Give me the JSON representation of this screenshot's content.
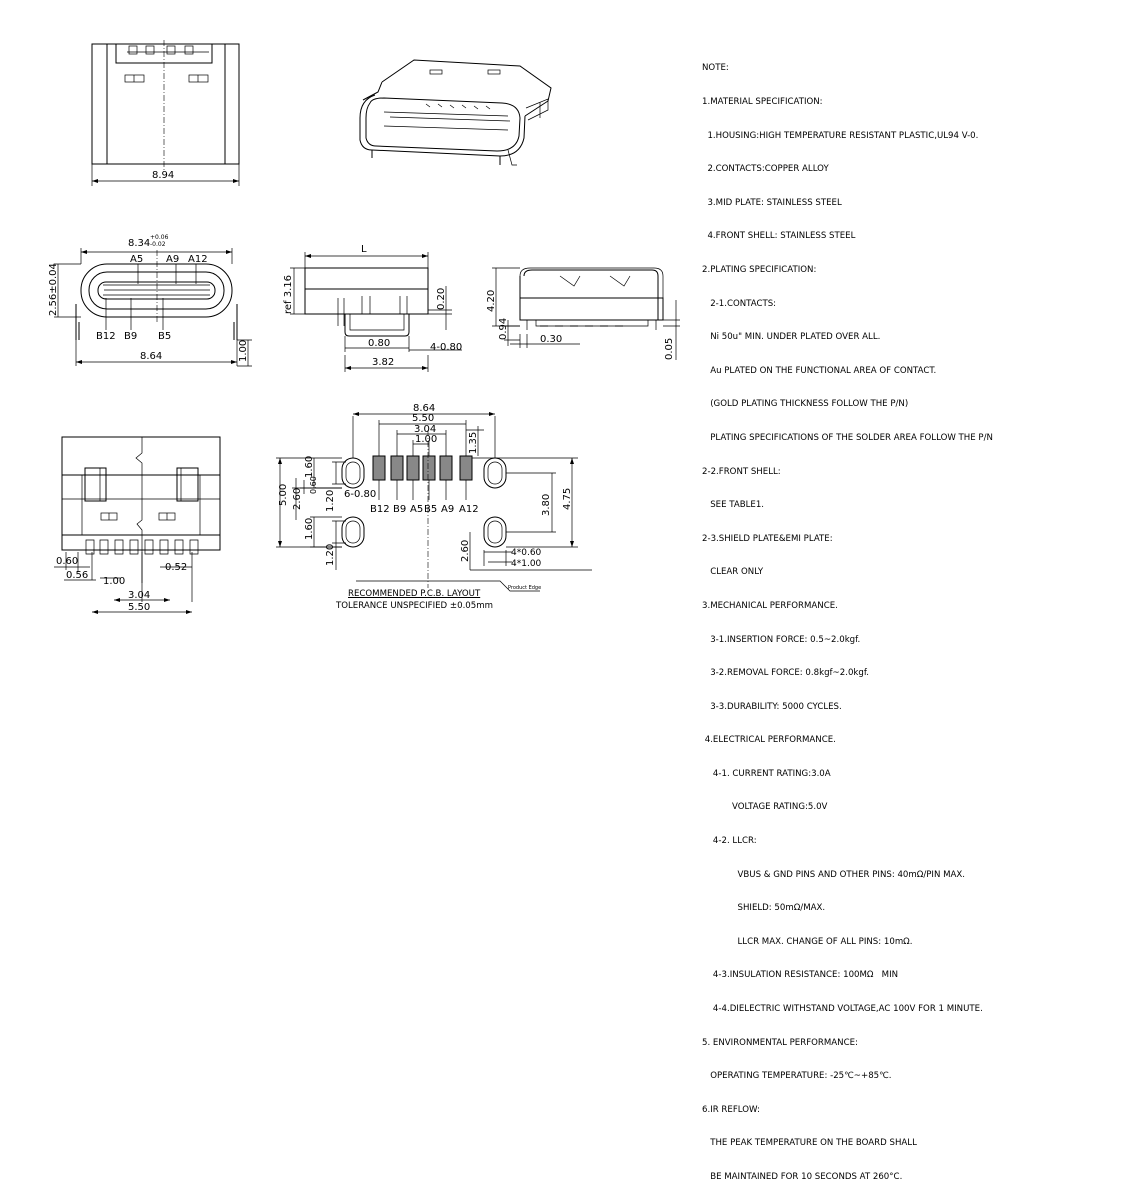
{
  "notes": {
    "lines": [
      "NOTE:",
      "1.MATERIAL SPECIFICATION:",
      "  1.HOUSING:HIGH TEMPERATURE RESISTANT PLASTIC,UL94 V-0.",
      "  2.CONTACTS:COPPER ALLOY",
      "  3.MID PLATE: STAINLESS STEEL",
      "  4.FRONT SHELL: STAINLESS STEEL",
      "2.PLATING SPECIFICATION:",
      "   2-1.CONTACTS:",
      "   Ni 50u\" MIN. UNDER PLATED OVER ALL.",
      "   Au PLATED ON THE FUNCTIONAL AREA OF CONTACT.",
      "   (GOLD PLATING THICKNESS FOLLOW THE P/N)",
      "   PLATING SPECIFICATIONS OF THE SOLDER AREA FOLLOW THE P/N",
      "2-2.FRONT SHELL:",
      "   SEE TABLE1.",
      "2-3.SHIELD PLATE&EMI PLATE:",
      "   CLEAR ONLY",
      "3.MECHANICAL PERFORMANCE.",
      "   3-1.INSERTION FORCE: 0.5~2.0kgf.",
      "   3-2.REMOVAL FORCE: 0.8kgf~2.0kgf.",
      "   3-3.DURABILITY: 5000 CYCLES.",
      " 4.ELECTRICAL PERFORMANCE.",
      "    4-1. CURRENT RATING:3.0A",
      "           VOLTAGE RATING:5.0V",
      "    4-2. LLCR:",
      "             VBUS & GND PINS AND OTHER PINS: 40mΩ/PIN MAX.",
      "             SHIELD: 50mΩ/MAX.",
      "             LLCR MAX. CHANGE OF ALL PINS: 10mΩ.",
      "    4-3.INSULATION RESISTANCE: 100MΩ   MIN",
      "    4-4.DIELECTRIC WITHSTAND VOLTAGE,AC 100V FOR 1 MINUTE.",
      "5. ENVIRONMENTAL PERFORMANCE:",
      "   OPERATING TEMPERATURE: -25℃~+85℃.",
      "6.IR REFLOW:",
      "   THE PEAK TEMPERATURE ON THE BOARD SHALL",
      "   BE MAINTAINED FOR 10 SECONDS AT 260°C."
    ]
  },
  "top_view": {
    "width_dim": "8.94"
  },
  "front_view": {
    "width_dim": "8.34",
    "tol_plus": "+0.06",
    "tol_minus": "-0.02",
    "height_dim": "2.56±0.04",
    "pin_labels_top": [
      "A5",
      "A9",
      "A12"
    ],
    "pin_labels_bottom": [
      "B12",
      "B9",
      "B5"
    ],
    "bottom_width": "8.64",
    "leg_dim": "1.00"
  },
  "side_view": {
    "length_label": "L",
    "ref_height": "ref 3.16",
    "gap_dim": "0.20",
    "pin_width": "0.80",
    "pin_spacing": "4-0.80",
    "base_dim": "3.82"
  },
  "rear_view": {
    "height_dim": "4.20",
    "small_dim": "0.94",
    "pad_dim": "0.30",
    "thick_dim": "0.05"
  },
  "bottom_view": {
    "dim_left1": "0.60",
    "dim_left2": "0.56",
    "dim_pitch": "1.00",
    "dim_right": "0.52",
    "dim_mid": "3.04",
    "dim_total": "5.50"
  },
  "pcb_layout": {
    "dim_outer": "8.64",
    "dim_550": "5.50",
    "dim_304": "3.04",
    "dim_100": "1.00",
    "dim_135": "1.35",
    "dim_160a": "1.60",
    "dim_120a": "1.20",
    "dim_500": "5.00",
    "dim_260a": "2.60",
    "dim_060": "0.60",
    "pad_callout": "6-0.80",
    "pin_labels": [
      "B12",
      "B9",
      "A5",
      "B5",
      "A9",
      "A12"
    ],
    "dim_380": "3.80",
    "dim_475": "4.75",
    "dim_160b": "1.60",
    "dim_120b": "1.20",
    "dim_260b": "2.60",
    "dim_4060": "4*0.60",
    "dim_4100": "4*1.00",
    "product_edge": "Product Edge",
    "caption_title": "RECOMMENDED  P.C.B. LAYOUT",
    "caption_tol": "TOLERANCE UNSPECIFIED ±0.05mm"
  }
}
